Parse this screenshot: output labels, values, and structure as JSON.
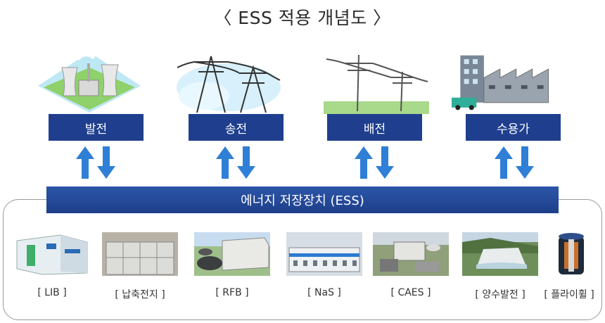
{
  "title": "〈 ESS 적용 개념도 〉",
  "stages": [
    {
      "label": "발전",
      "icon": "power-plant-icon"
    },
    {
      "label": "송전",
      "icon": "transmission-tower-icon"
    },
    {
      "label": "배전",
      "icon": "distribution-pole-icon"
    },
    {
      "label": "수용가",
      "icon": "factory-icon"
    }
  ],
  "ess_banner": "에너지 저장장치 (ESS)",
  "technologies": [
    {
      "label": "[ LIB ]",
      "icon": "lib-container-icon"
    },
    {
      "label": "[ 납축전지 ]",
      "icon": "lead-acid-battery-icon"
    },
    {
      "label": "[ RFB ]",
      "icon": "flow-battery-icon"
    },
    {
      "label": "[ NaS ]",
      "icon": "nas-battery-icon"
    },
    {
      "label": "[ CAES ]",
      "icon": "caes-plant-icon"
    },
    {
      "label": "[ 양수발전 ]",
      "icon": "pumped-hydro-icon"
    },
    {
      "label": "[ 플라이휠 ]",
      "icon": "flywheel-icon"
    }
  ],
  "colors": {
    "box": "#1f3f8e",
    "arrow": "#2f7fd6",
    "banner": "#1d3f8a"
  }
}
